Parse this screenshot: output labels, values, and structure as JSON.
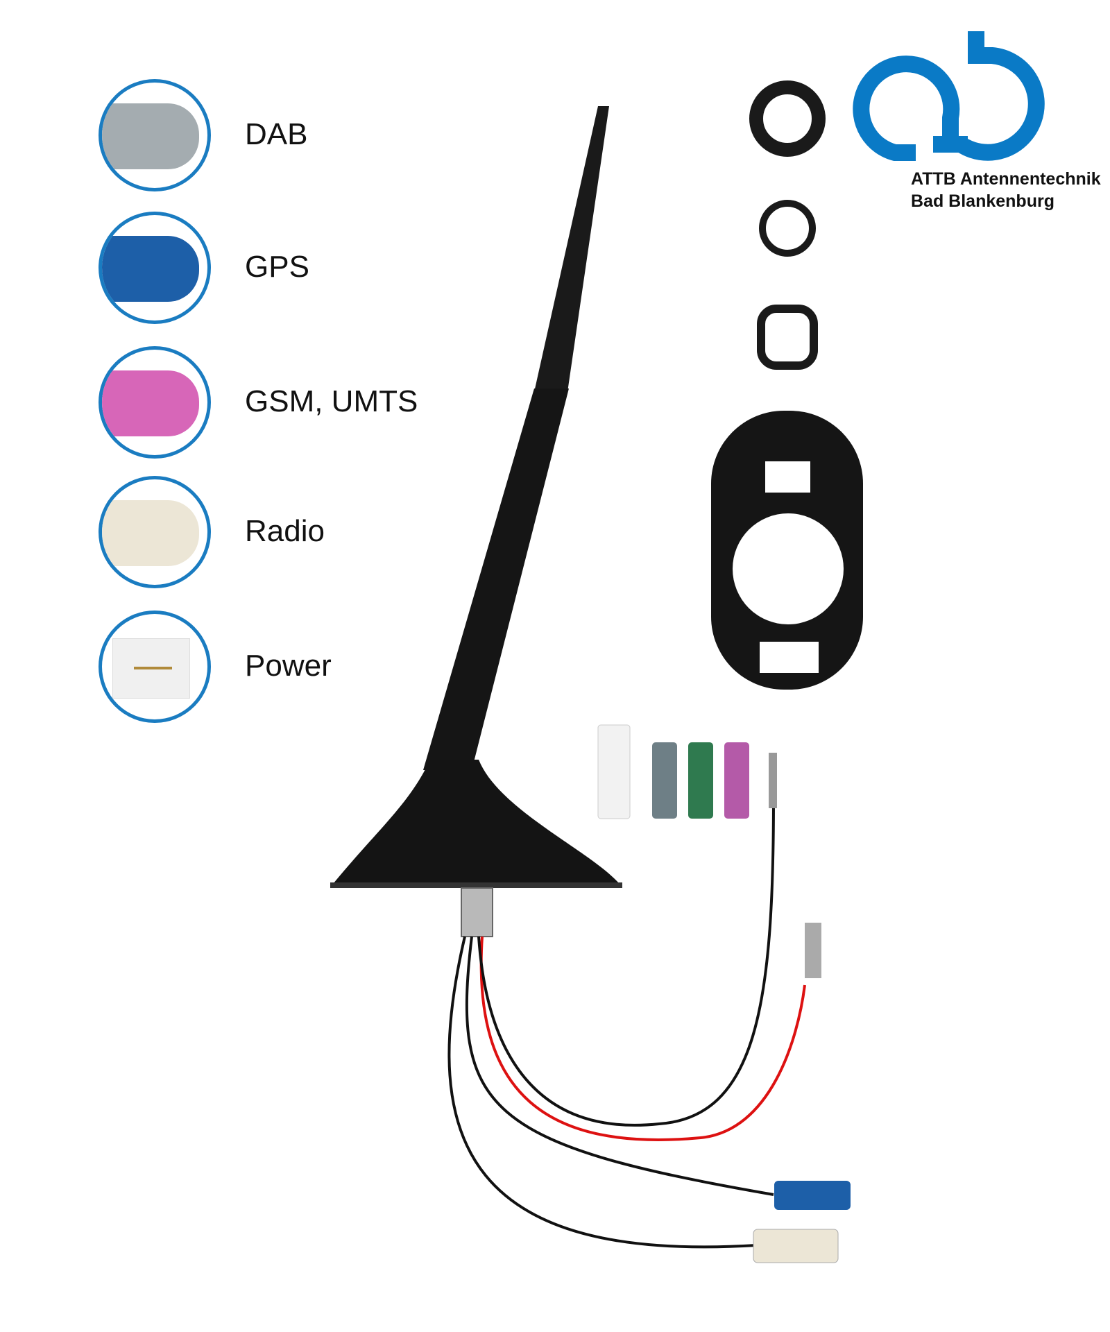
{
  "legend": [
    {
      "label": "DAB",
      "color": "#a4acb0"
    },
    {
      "label": "GPS",
      "color": "#1d5fa8"
    },
    {
      "label": "GSM, UMTS",
      "color": "#d766b8"
    },
    {
      "label": "Radio",
      "color": "#ece6d6"
    },
    {
      "label": "Power",
      "color": "#f4f4f4"
    }
  ],
  "logo": {
    "line1": "ATTB Antennentechnik",
    "line2": "Bad Blankenburg",
    "color": "#0a7ac6"
  }
}
